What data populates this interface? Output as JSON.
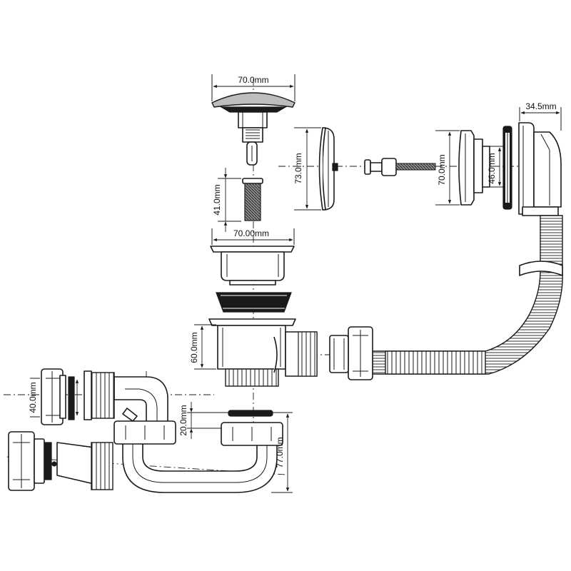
{
  "dimensions": {
    "cap_width": "70.0mm",
    "stem_length": "41.0mm",
    "strainer_width": "70.00mm",
    "body_height": "60.0mm",
    "overflow_plate_height": "73.0mm",
    "overflow_disc_height": "70.0mm",
    "overflow_inner_height": "46.0mm",
    "overflow_depth": "34.5mm",
    "outlet_diameter": "40.0mm",
    "trap_seal": "20.0mm",
    "trap_height": "77.0mm"
  }
}
